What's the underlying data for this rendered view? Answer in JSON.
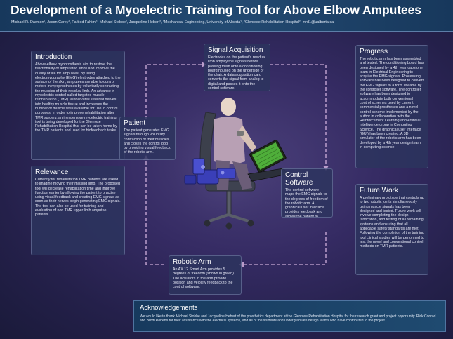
{
  "header": {
    "title": "Development of a Myoelectric Training Tool for Above Elbow Amputees",
    "authors": "Michael R. Dawson¹, Jason Carey¹, Farbod Fahimi¹, Michael Stobbe², Jacqueline Hebert², ¹Mechanical Engineering, University of Alberta¹, ²Glenrose Rehabilitation Hospital², mrd1@ualberta.ca"
  },
  "introduction": {
    "heading": "Introduction",
    "body": "Above-elbow myoprosthesis aim to restore the functionality of amputated limbs and improve the quality of life for amputees. By using electromyography (EMG) electrodes attached to the surface of the skin, amputees are able to control motors in myoprostheses by voluntarily contracting the muscles of their residual limb. An advance in myoelectric control called targeted muscle reinnervation (TMR) reinnervates severed nerves into healthy muscle tissue and increases the number of muscle sites available for use in control purposes. In order to improve rehabilitation after TMR surgery, an inexpensive myoelectric training tool is being developed for the Glenrose Rehabilitation Hospital that can be taken home by the TMR patients and used for biofeedback tasks."
  },
  "relevance": {
    "heading": "Relevance",
    "body": "Currently for rehabilitation TMR patients are asked to imagine moving their missing limb. The proposed tool will decrease rehabilitation time and improve function earlier by allowing the patient to practise using visual feedback and creating EMG signals as soon as their nerves begin generating EMG signals. The tool can also be used for training and evaluation of non TMR upper limb amputee patients."
  },
  "signal_acquisition": {
    "heading": "Signal Acquisition",
    "body": "Electrodes on the patient's residual limb amplify the signals before passing them onto a conditioning board housed on the underside of the chair. A data acquisition card converts the signal from analog to digital and passes it onto the control software."
  },
  "patient": {
    "heading": "Patient",
    "body": "The patient generates EMG signals through voluntary contraction of their muscles and closes the control loop by providing visual feedback of the robotic arm."
  },
  "control_software": {
    "heading": "Control Software",
    "body": "The control software maps the EMG signals to the degrees of freedom of the robotic arm. A graphical user interface provides feedback and allows the patient to modify and save user settings."
  },
  "robotic_arm": {
    "heading": "Robotic Arm",
    "body": "An AX 12 Smart Arm provides 5 degrees of freedom (shown in green). The actuators in the arm provide position and velocity feedback to the control software."
  },
  "progress": {
    "heading": "Progress",
    "body": "The robotic arm has been assembled and tested. The conditioning board has been designed by a 4th year capstone team in Electrical Engineering to acquire the EMG signals. Processing software has been designed to convert the EMG signals to a form useable by the controller software. The controller software has been designed to accommodate both conventional control schemes used by current commercial prostheses and a novel control scheme implemented by the author in collaboration with the Reinforcement Learning and Artificial Intelligence group in Computing Science. The graphical user interface (GUI) has been created. A 3D simulator of the robotic arm has been developed by a 4th year design team in computing science."
  },
  "future_work": {
    "heading": "Future Work",
    "body": "A preliminary prototype that controls up to two robotic joints simultaneously using muscle signals has been designed and tested. Future work will involve completing the design, fabrication, and testing of all remaining systems and ensuring that all applicable safety standards are met. Following the completion of the training tool clinical studies will be performed to test the novel and conventional control methods on TMR patients."
  },
  "acknowledgements": {
    "heading": "Acknowledgements",
    "body": "We would like to thank Michael Stobbe and Jacqueline Hebert of the prosthetics department at the Glenrose Rehabilitation Hospital for the research grant and project opportunity. Rick Conrad and Brodi Roberts for their assistance with the electrical systems, and all of the students and undergraduate design teams who have contributed to the project."
  },
  "colors": {
    "background": "#2c2658",
    "header": "#1d4266",
    "panel": "#2c345e",
    "loop_line": "#c9a9d6",
    "laptop_screen": "#4fae3a",
    "robot_arm": "#3a3fb8"
  }
}
